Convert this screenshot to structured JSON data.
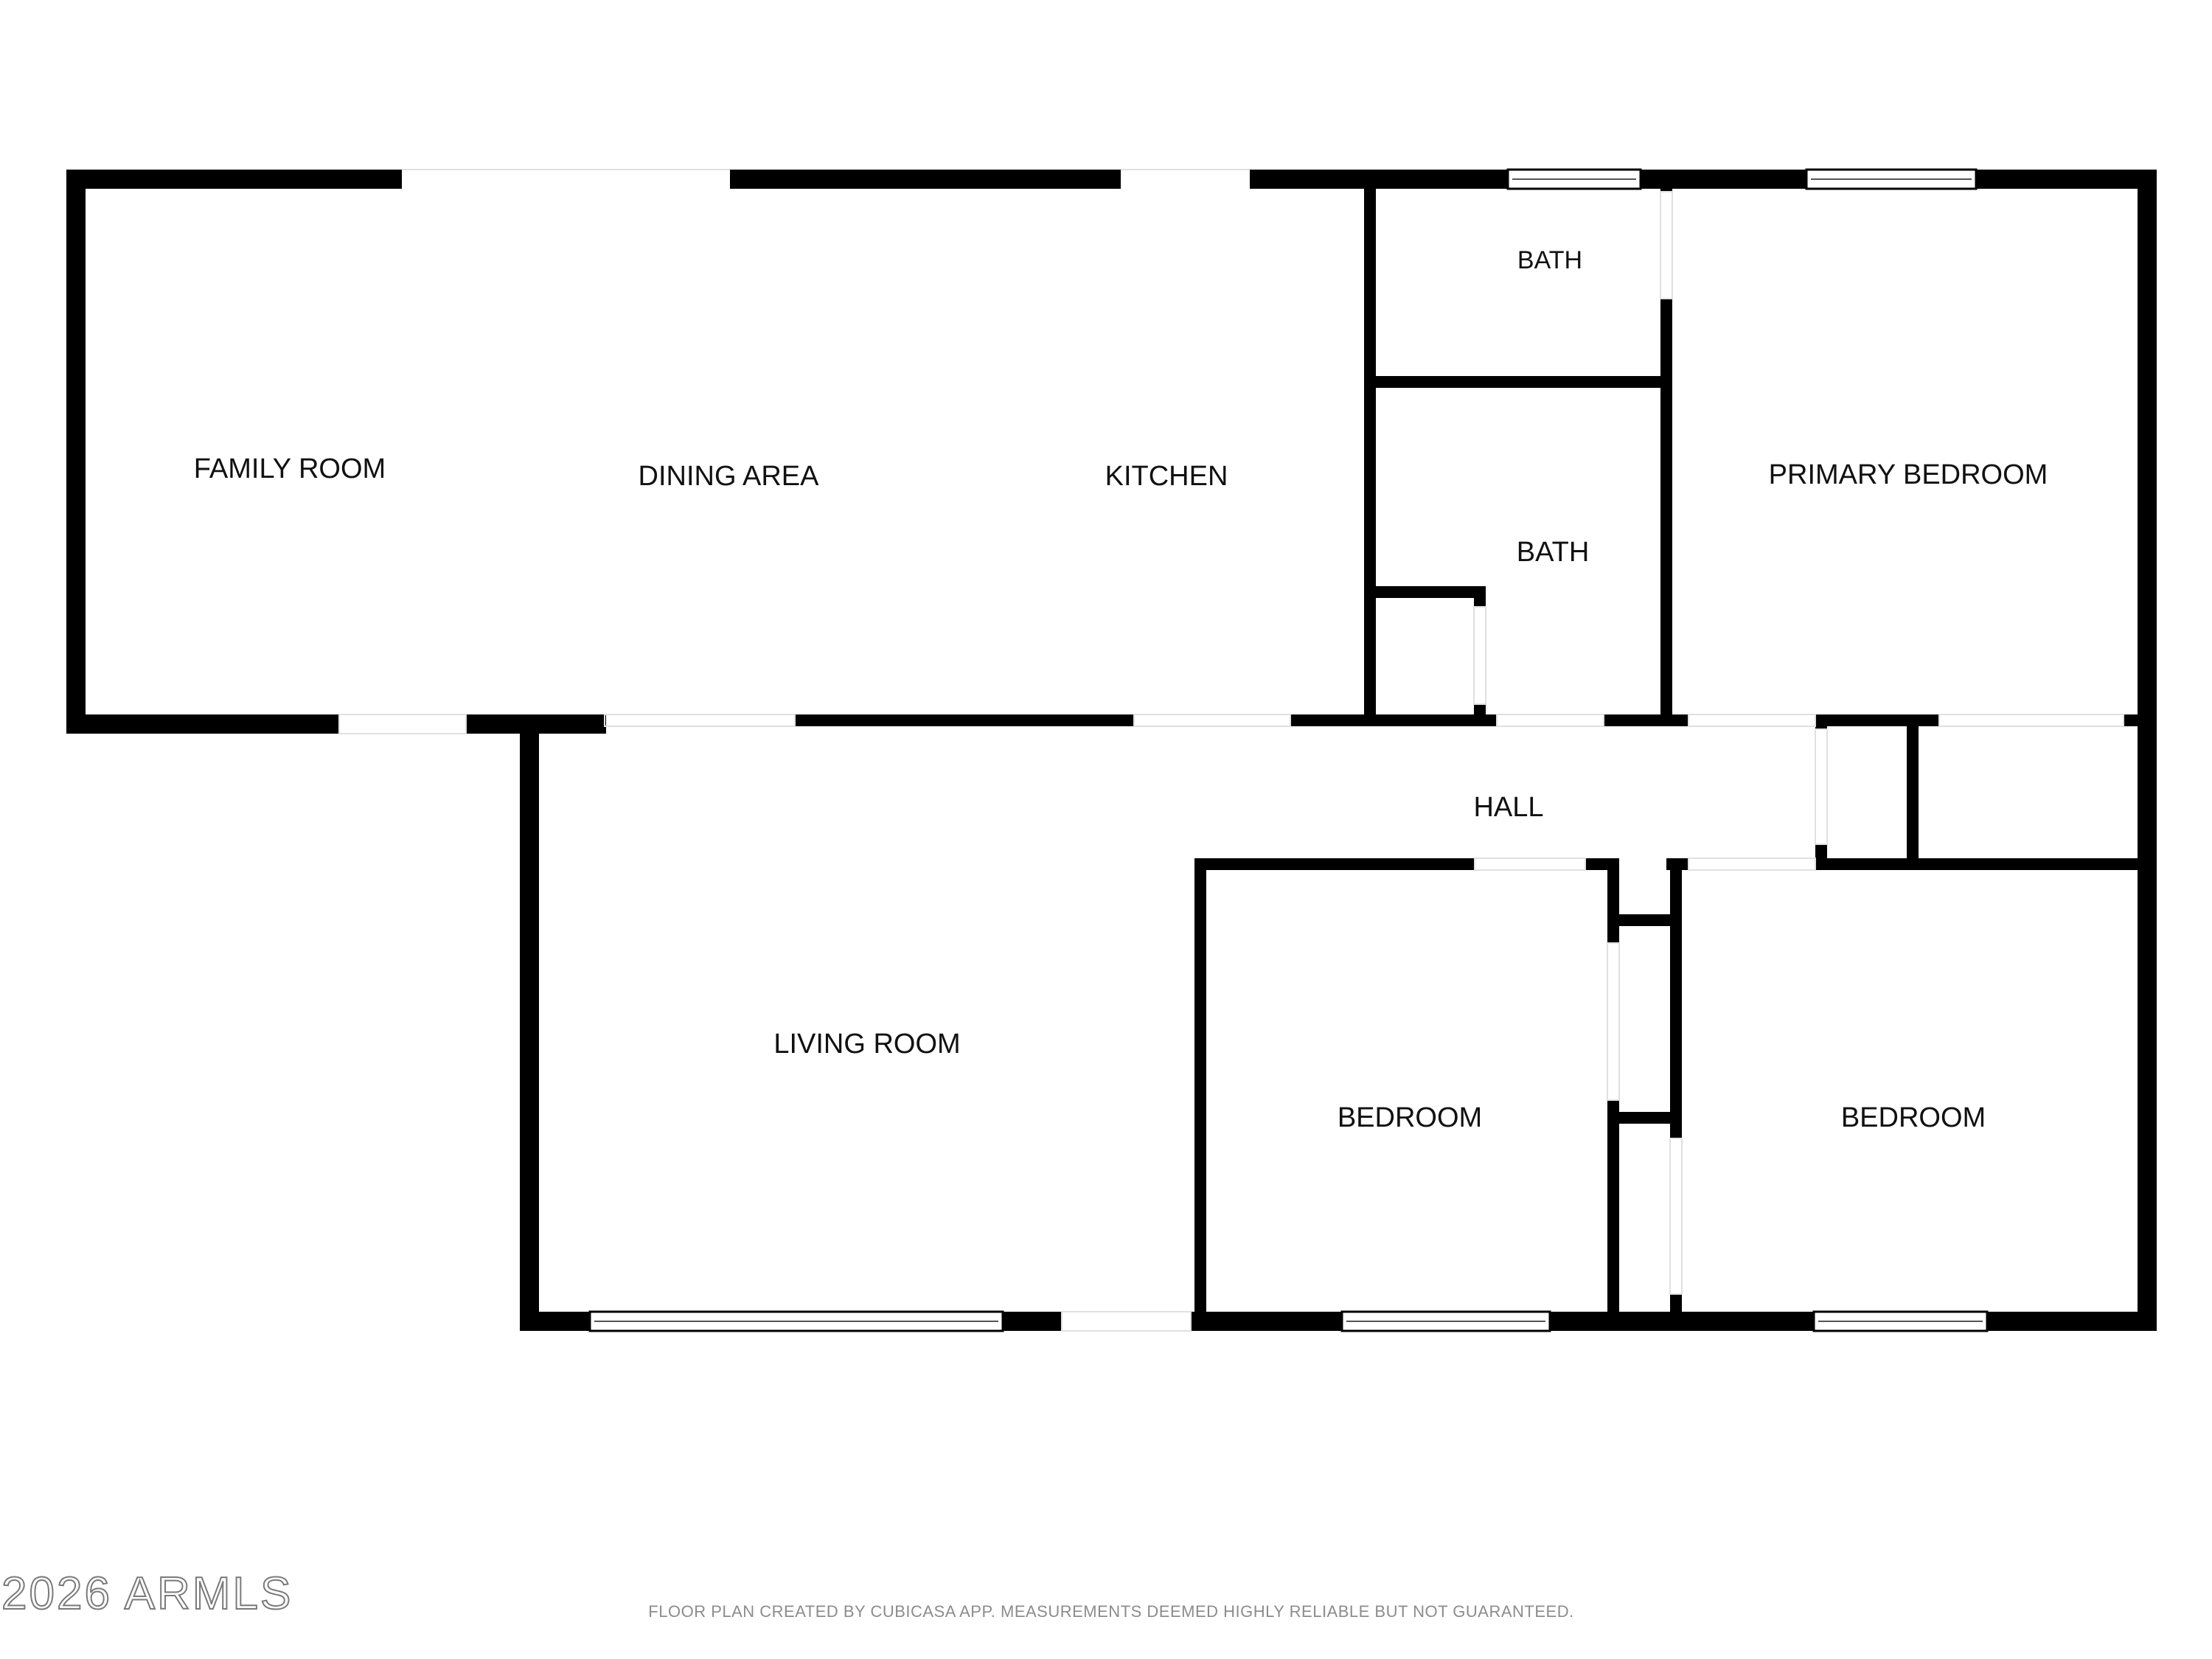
{
  "rooms": {
    "family_room": "FAMILY ROOM",
    "dining_area": "DINING AREA",
    "kitchen": "KITCHEN",
    "bath_upper": "BATH",
    "bath_lower": "BATH",
    "primary_bedroom": "PRIMARY BEDROOM",
    "hall": "HALL",
    "living_room": "LIVING ROOM",
    "bedroom_left": "BEDROOM",
    "bedroom_right": "BEDROOM"
  },
  "footer": {
    "copyright": "2026 ARMLS",
    "disclaimer": "FLOOR PLAN CREATED BY CUBICASA APP. MEASUREMENTS DEEMED HIGHLY RELIABLE BUT NOT GUARANTEED."
  },
  "colors": {
    "wall": "#000000",
    "background": "#ffffff",
    "window_line": "#555555"
  }
}
